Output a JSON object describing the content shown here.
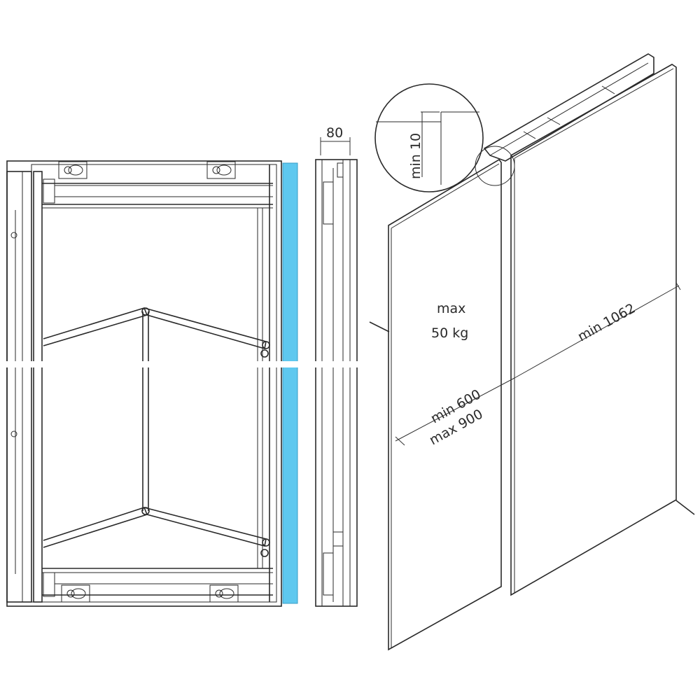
{
  "labels": {
    "depth_dimension": "80",
    "clearance": "min 10",
    "max_weight_line1": "max",
    "max_weight_line2": "50 kg",
    "min_height": "min 1062",
    "min_width": "min 600",
    "max_width": "max 900"
  },
  "colors": {
    "glass_fill": "#e2f2fb",
    "panel_edge_blue": "#5ec8ef",
    "line": "#2a2a2a"
  }
}
